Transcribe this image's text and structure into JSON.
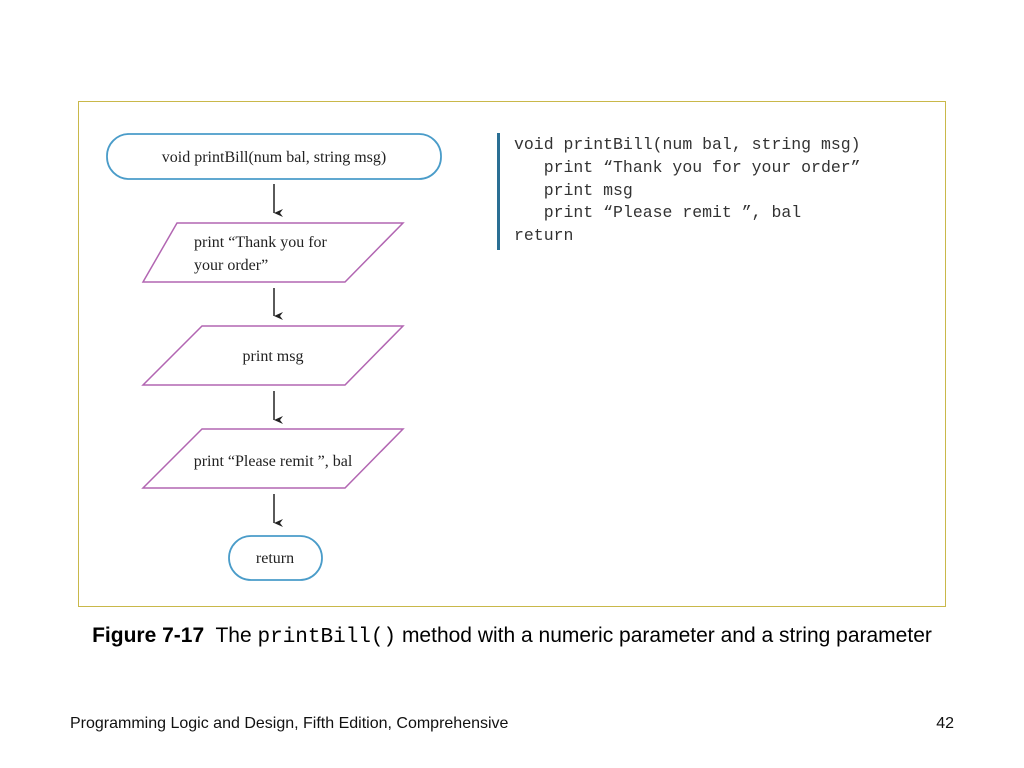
{
  "flowchart": {
    "start_label": "void printBill(num bal, string msg)",
    "step1_line1": "print “Thank you for",
    "step1_line2": "your order”",
    "step2_label": "print msg",
    "step3_label": "print “Please remit ”, bal",
    "end_label": "return"
  },
  "code": {
    "line1": "void printBill(num bal, string msg)",
    "line2": "   print “Thank you for your order”",
    "line3": "   print msg",
    "line4": "   print “Please remit ”, bal",
    "line5": "return"
  },
  "caption": {
    "figure_label": "Figure 7-17",
    "text_before": "The ",
    "method_name": "printBill()",
    "text_after": " method with a numeric parameter and a string parameter"
  },
  "footer": {
    "book_title": "Programming Logic and Design, Fifth Edition, Comprehensive",
    "page_number": "42"
  },
  "colors": {
    "panel_border": "#c9b84a",
    "terminal_stroke": "#4a9cc9",
    "io_stroke": "#b266b2",
    "code_bar": "#2a6f94"
  }
}
